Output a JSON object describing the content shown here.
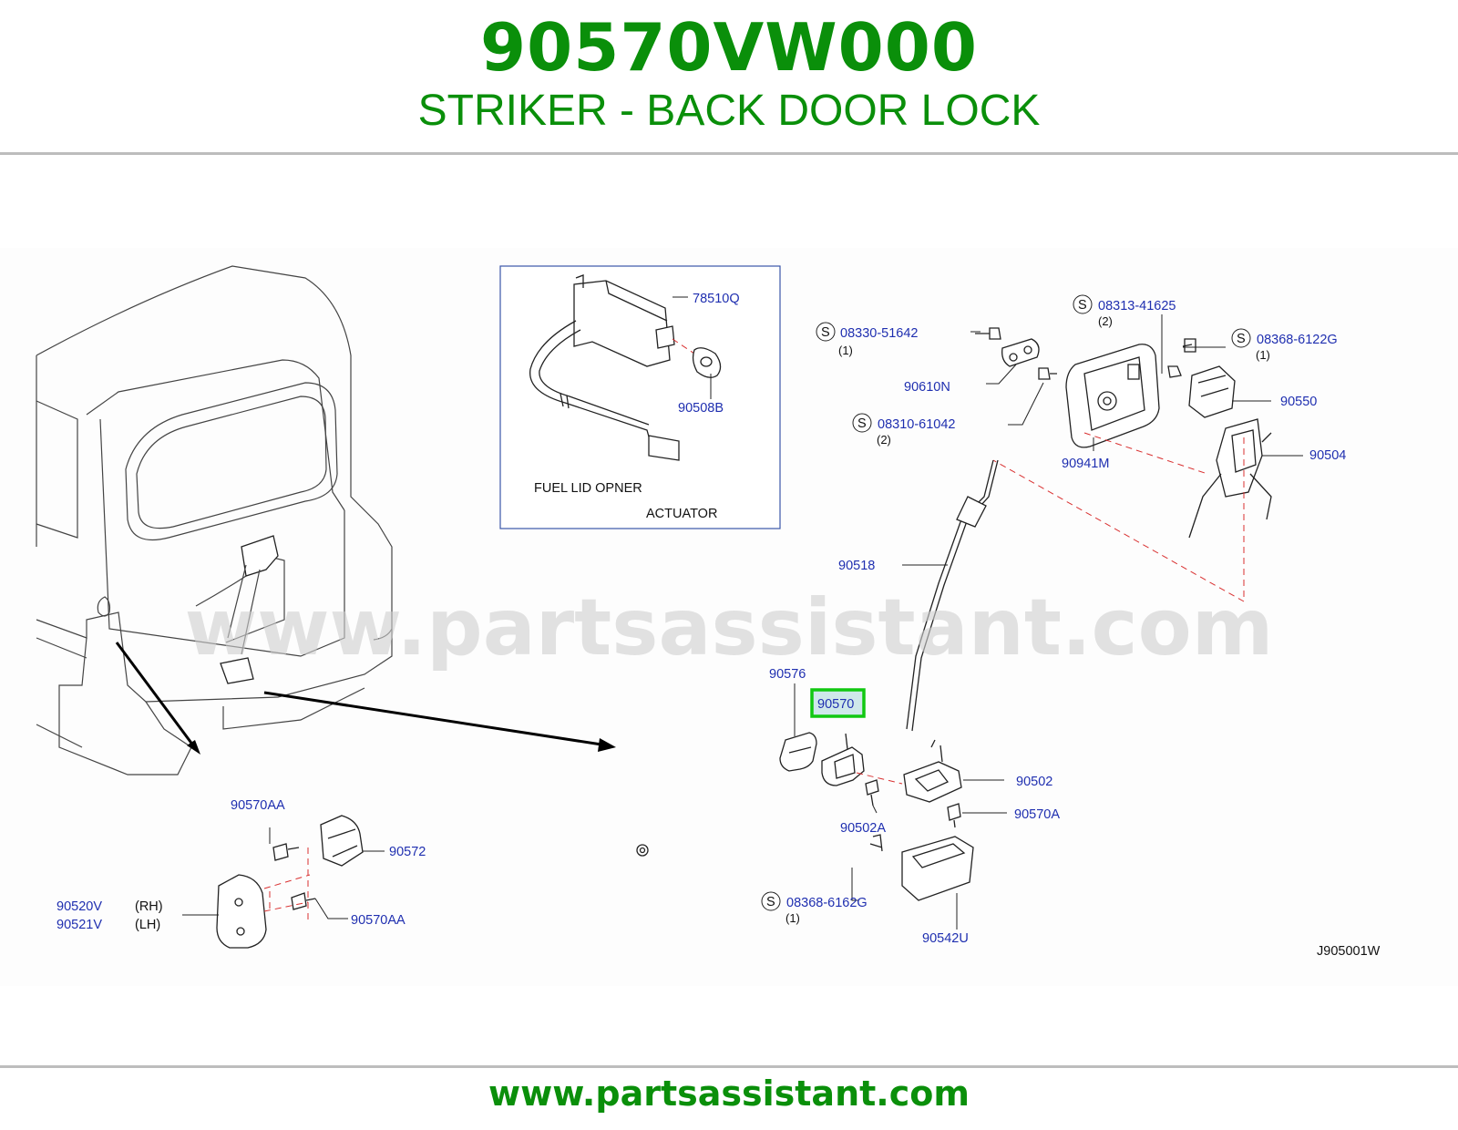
{
  "header": {
    "part_number": "90570VW000",
    "part_name": "STRIKER - BACK DOOR LOCK"
  },
  "inset": {
    "caption_line1": "FUEL   LID   OPNER",
    "caption_line2": "ACTUATOR",
    "labels": {
      "p78510Q": "78510Q",
      "p90508B": "90508B"
    }
  },
  "callouts": {
    "c08330": {
      "code": "08330-51642",
      "qty": "(1)",
      "marker": "S"
    },
    "c08313": {
      "code": "08313-41625",
      "qty": "(2)",
      "marker": "S"
    },
    "c08368a": {
      "code": "08368-6122G",
      "qty": "(1)",
      "marker": "S"
    },
    "c08310": {
      "code": "08310-61042",
      "qty": "(2)",
      "marker": "S"
    },
    "c08368b": {
      "code": "08368-6162G",
      "qty": "(1)",
      "marker": "S"
    },
    "p90610N": "90610N",
    "p90550": "90550",
    "p90941M": "90941M",
    "p90504": "90504",
    "p90518": "90518",
    "p90576": "90576",
    "p90570": "90570",
    "p90502": "90502",
    "p90502A": "90502A",
    "p90570A": "90570A",
    "p90542U": "90542U",
    "p90570AA_top": "90570AA",
    "p90572": "90572",
    "p90570AA_bottom": "90570AA",
    "p90520V": "90520V",
    "p90521V": "90521V",
    "rh": "(RH)",
    "lh": "(LH)"
  },
  "diagram_code": "J905001W",
  "watermark": "www.partsassistant.com",
  "footer": {
    "url": "www.partsassistant.com"
  },
  "colors": {
    "brand_green": "#0a8f0a",
    "label_blue": "#1f2fb0",
    "highlight_green": "#11c811",
    "dashed_red": "#d93030"
  }
}
